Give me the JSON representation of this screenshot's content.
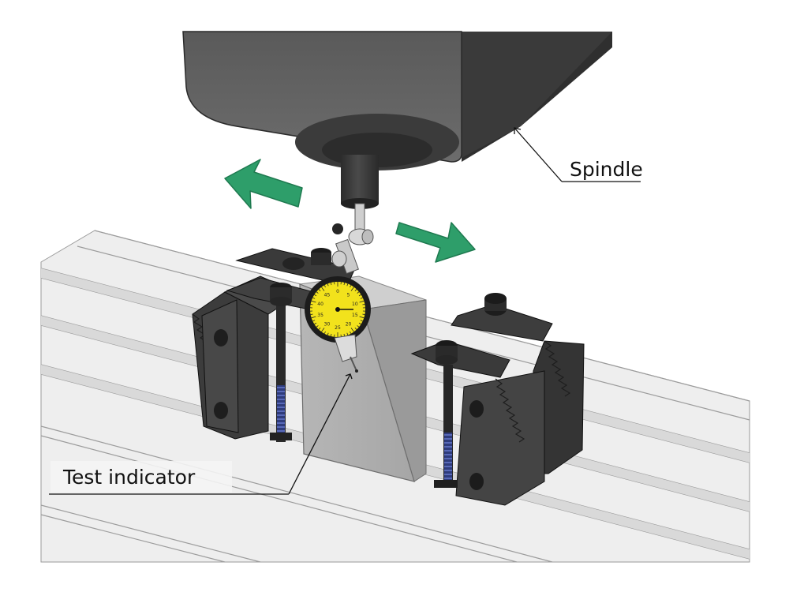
{
  "labels": {
    "spindle": "Spindle",
    "test_indicator": "Test indicator"
  },
  "dial_numbers": [
    "0",
    "5",
    "10",
    "15",
    "20",
    "25",
    "30",
    "35",
    "40",
    "45"
  ],
  "colors": {
    "arrow": "#2e9e6a",
    "dial_face": "#f2e21c",
    "spindle_body": "#555555",
    "clamp": "#3a3a3a",
    "workpiece": "#b3b3b3",
    "table": "#ececec",
    "bolt_thread": "#3f4f9a"
  },
  "icons": {
    "movement_left": "arrow-left-icon",
    "movement_right": "arrow-right-icon"
  }
}
